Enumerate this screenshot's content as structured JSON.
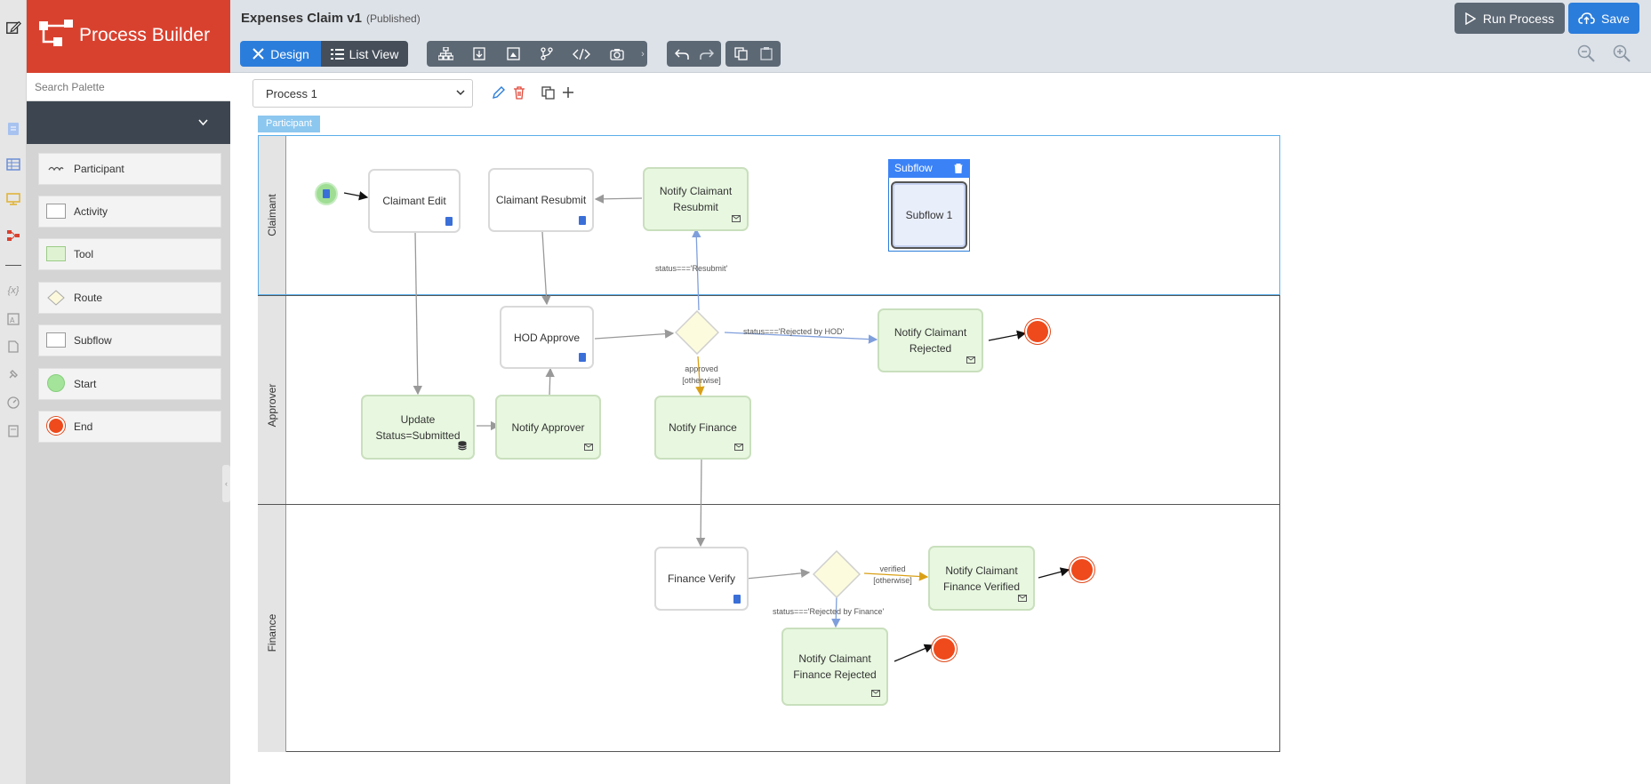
{
  "app": {
    "brand": "Process Builder",
    "title": "Expenses Claim v1",
    "status": "(Published)"
  },
  "toolbar": {
    "design_label": "Design",
    "list_view_label": "List View",
    "run_label": "Run Process",
    "save_label": "Save"
  },
  "palette": {
    "search_placeholder": "Search Palette",
    "items": [
      {
        "label": "Participant",
        "icon": "participant-icon"
      },
      {
        "label": "Activity",
        "icon": "activity-icon"
      },
      {
        "label": "Tool",
        "icon": "tool-icon"
      },
      {
        "label": "Route",
        "icon": "route-icon"
      },
      {
        "label": "Subflow",
        "icon": "subflow-icon"
      },
      {
        "label": "Start",
        "icon": "start-icon"
      },
      {
        "label": "End",
        "icon": "end-icon"
      }
    ]
  },
  "process": {
    "selected": "Process 1"
  },
  "diagram": {
    "participant_tab": "Participant",
    "lanes": [
      "Claimant",
      "Approver",
      "Finance"
    ],
    "subflow_header": "Subflow",
    "nodes": {
      "claimant_edit": "Claimant Edit",
      "claimant_resubmit": "Claimant Resubmit",
      "notify_claimant_resubmit": "Notify Claimant Resubmit",
      "subflow_1": "Subflow 1",
      "hod_approve": "HOD Approve",
      "notify_claimant_rejected": "Notify Claimant Rejected",
      "update_status": "Update Status=Submitted",
      "notify_approver": "Notify Approver",
      "notify_finance": "Notify Finance",
      "finance_verify": "Finance Verify",
      "notify_claimant_finance_verified": "Notify Claimant Finance Verified",
      "notify_claimant_finance_rejected": "Notify Claimant Finance Rejected"
    },
    "labels": {
      "resubmit": "status==='Resubmit'",
      "rejected_hod": "status==='Rejected by HOD'",
      "approved": "approved",
      "otherwise1": "[otherwise]",
      "verified": "verified",
      "otherwise2": "[otherwise]",
      "rejected_finance": "status==='Rejected by Finance'"
    }
  }
}
